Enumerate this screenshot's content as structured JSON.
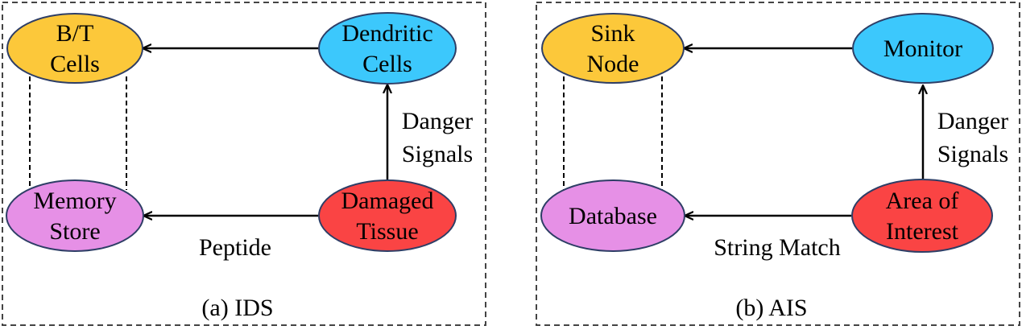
{
  "colors": {
    "yellow": "#fcc83a",
    "blue": "#3cc8fc",
    "pink": "#e690e6",
    "red": "#fa4444"
  },
  "panels": [
    {
      "caption": "(a)  IDS",
      "nodes": {
        "top_left": {
          "lines": [
            "B/T",
            "Cells"
          ],
          "color": "#fcc83a"
        },
        "top_right": {
          "lines": [
            "Dendritic",
            "Cells"
          ],
          "color": "#3cc8fc"
        },
        "bottom_left": {
          "lines": [
            "Memory",
            "Store"
          ],
          "color": "#e690e6"
        },
        "bottom_right": {
          "lines": [
            "Damaged",
            "Tissue"
          ],
          "color": "#fa4444"
        }
      },
      "edge_labels": {
        "vertical": [
          "Danger",
          "Signals"
        ],
        "bottom": "Peptide"
      }
    },
    {
      "caption": "(b)  AIS",
      "nodes": {
        "top_left": {
          "lines": [
            "Sink",
            "Node"
          ],
          "color": "#fcc83a"
        },
        "top_right": {
          "lines": [
            "Monitor"
          ],
          "color": "#3cc8fc"
        },
        "bottom_left": {
          "lines": [
            "Database"
          ],
          "color": "#e690e6"
        },
        "bottom_right": {
          "lines": [
            "Area of",
            "Interest"
          ],
          "color": "#fa4444"
        }
      },
      "edge_labels": {
        "vertical": [
          "Danger",
          "Signals"
        ],
        "bottom": "String Match"
      }
    }
  ]
}
